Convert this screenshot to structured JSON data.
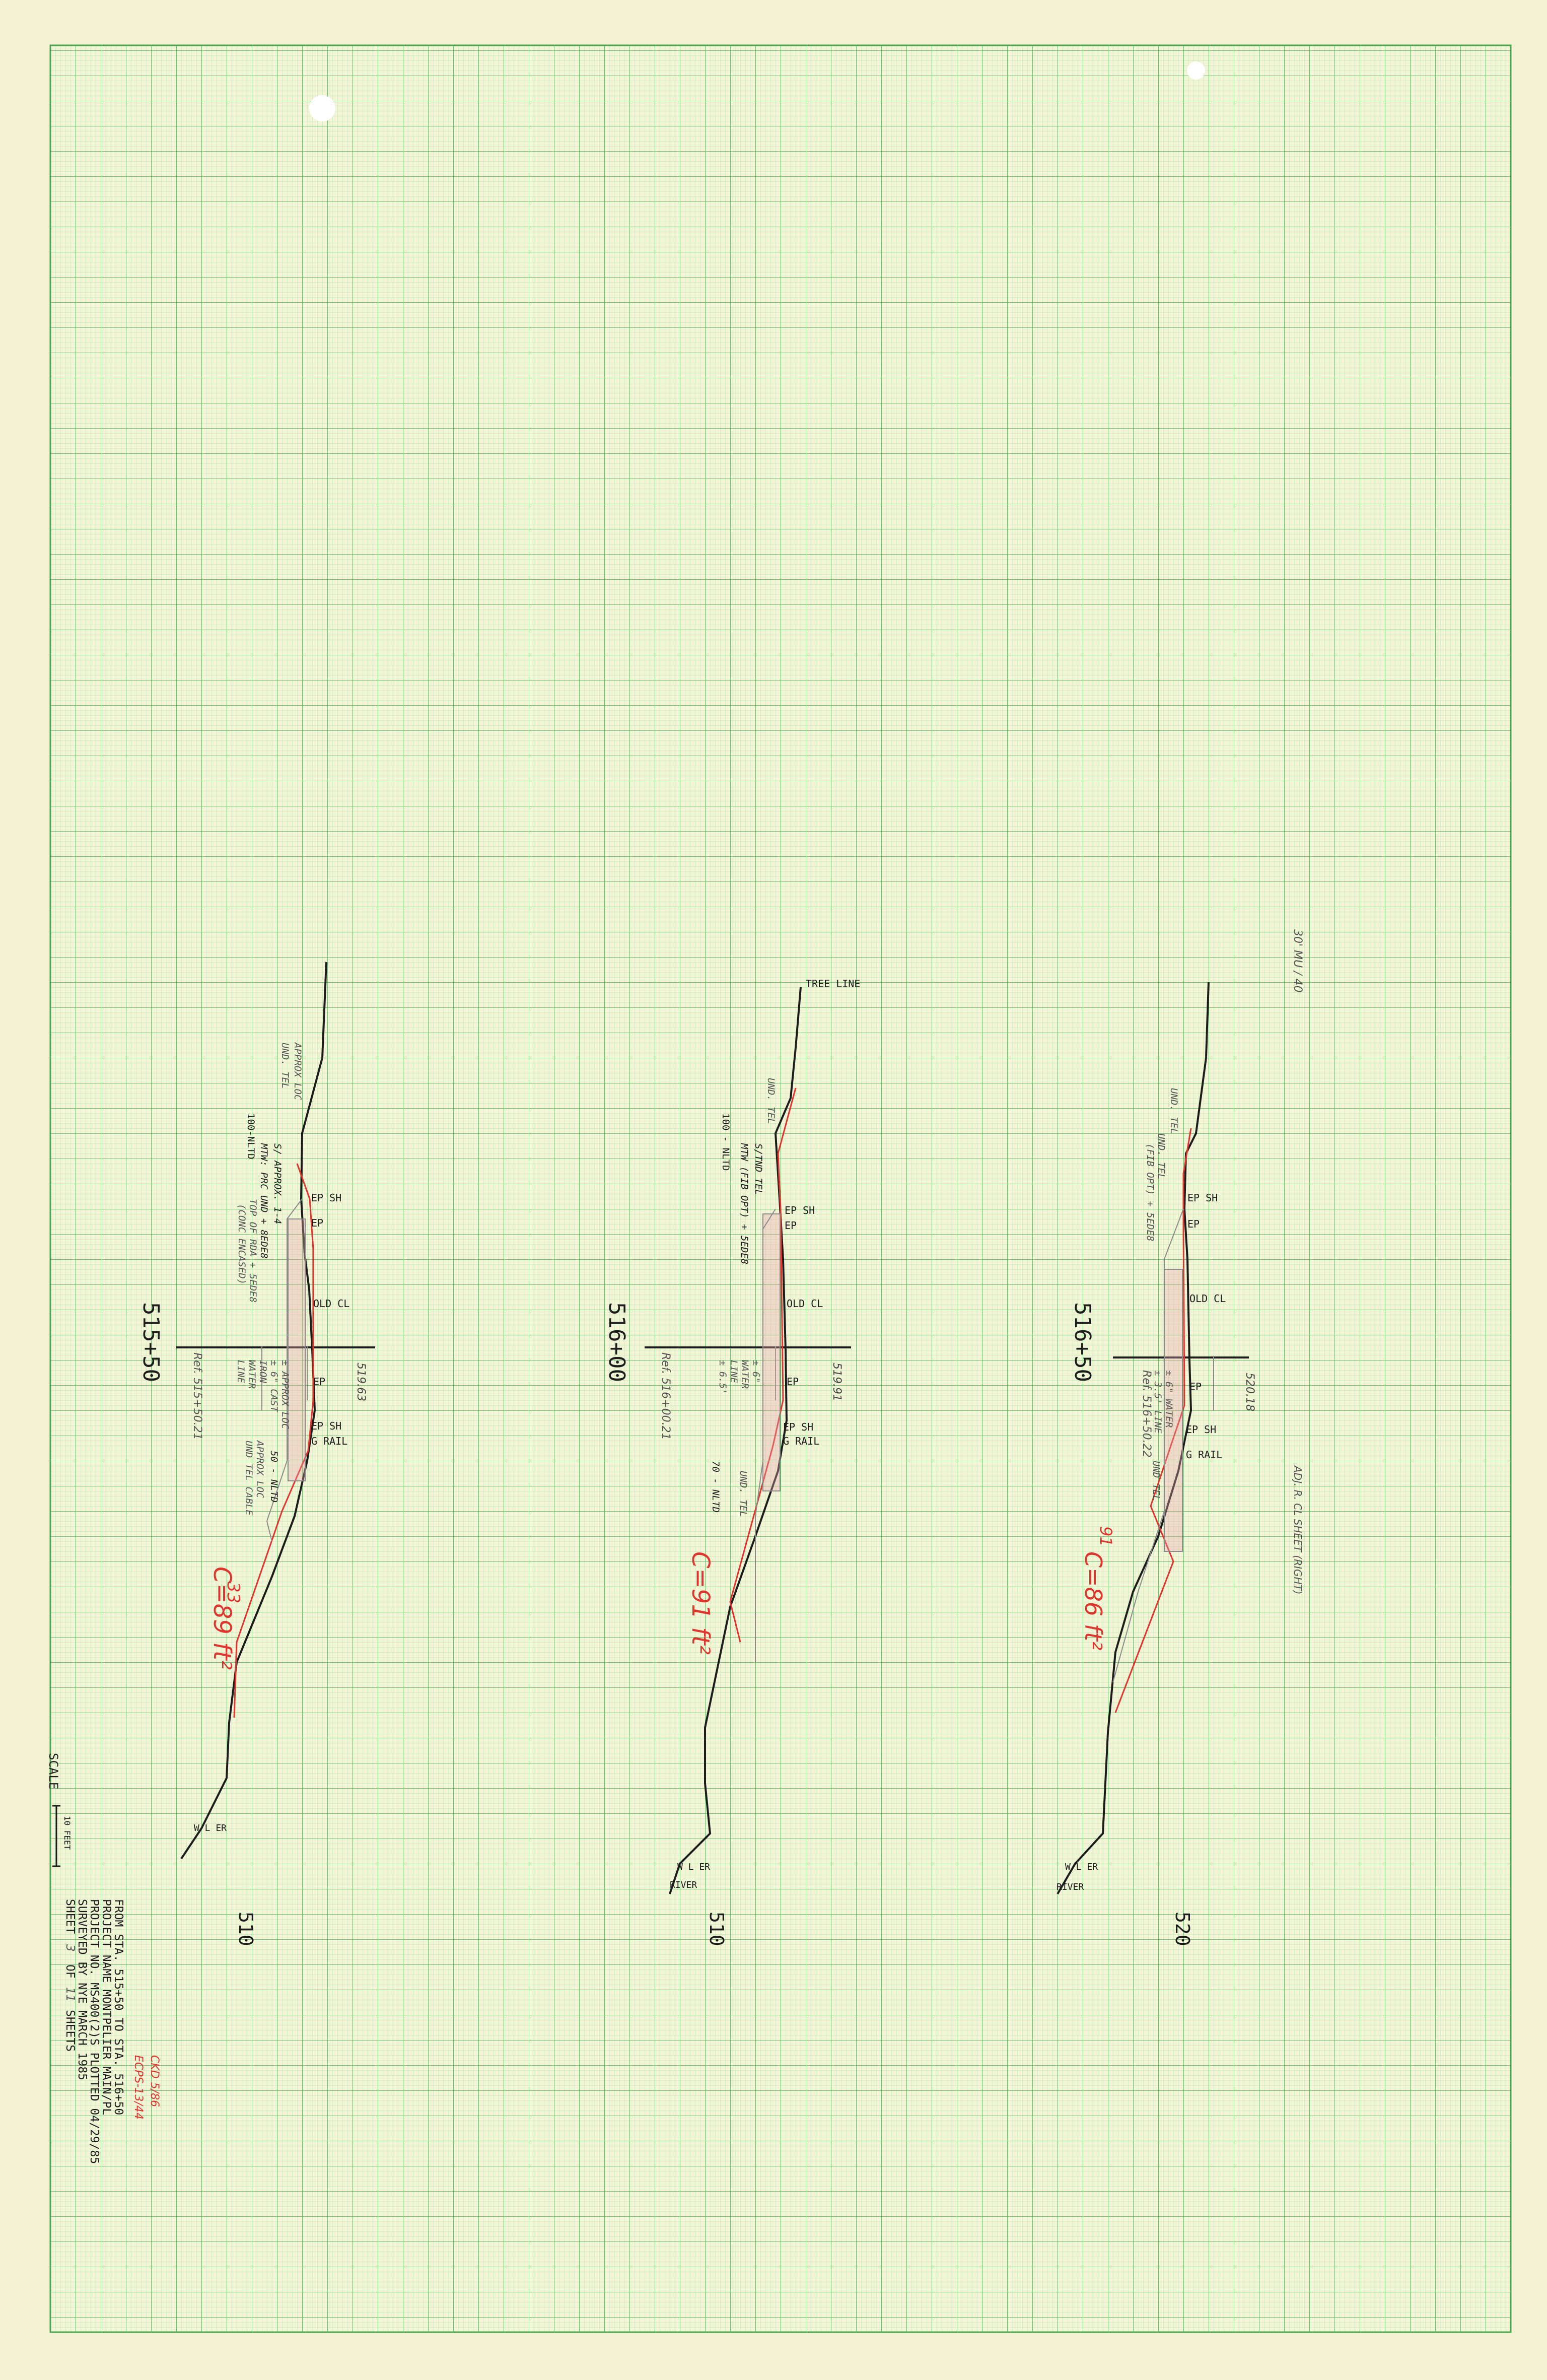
{
  "colors": {
    "paper": "#f6f6d8",
    "grid_fine": "#a7d9a2",
    "grid_major": "#55b35a",
    "ink": "#1c1c1c",
    "pencil": "#8a8a8a",
    "red": "#e0342e"
  },
  "title_block": {
    "line1": "FROM STA. 515+50  TO STA. 516+50",
    "line2": "PROJECT NAME  MONTPELIER  MAIN/PL",
    "line3": "PROJECT NO.  MS400(2)S  PLOTTED 04/29/85",
    "line4": "SURVEYED BY  NYE  MARCH 1985",
    "line5_prefix": "SHEET",
    "line5_hand_sheet": "3",
    "line5_of": "OF",
    "line5_hand_total": "11",
    "line5_suffix": "SHEETS"
  },
  "scale": {
    "label": "SCALE",
    "bar_label": "10 FEET"
  },
  "sections": [
    {
      "station": "515+50",
      "elevation_label": "510",
      "offset_grade": "519.63",
      "red_note": "C=89 ft²",
      "red_check": "33",
      "ref": "Ref. 515+50.21",
      "labels": [
        "EP SH",
        "EP",
        "OLD CL",
        "EP",
        "EP SH",
        "G RAIL",
        "W L ER"
      ],
      "notes_upper": [
        "APPROX LOC",
        "UND. TEL",
        "100-NLTD",
        "S/ APPROX. 1-4",
        "MTW: PRC UND + 8EDE8",
        "TOP OF RDA + 5EDE8",
        "(CONC ENCASED)"
      ],
      "notes_lower": [
        "± APPROX LOC",
        "± 6\" CAST",
        "IRON",
        "WATER",
        "LINE",
        "50 - NLTD",
        "APPROX LOC",
        "UND TEL CABLE"
      ]
    },
    {
      "station": "516+00",
      "elevation_label": "510",
      "offset_grade": "519.91",
      "red_note": "C=91 ft²",
      "ref": "Ref. 516+00.21",
      "top_label": "TREE LINE",
      "labels": [
        "EP SH",
        "EP",
        "OLD CL",
        "EP",
        "EP SH",
        "G RAIL",
        "W L ER",
        "RIVER"
      ],
      "notes_upper": [
        "UND. TEL",
        "S/TND TEL",
        "100 - NLTD",
        "MTW (FIB OPT) + 5EDE8"
      ],
      "notes_lower": [
        "± 6\"",
        "WATER",
        "LINE",
        "± 6.5'",
        "70 - NLTD",
        "UND. TEL"
      ]
    },
    {
      "station": "516+50",
      "elevation_label": "520",
      "offset_grade": "520.18",
      "red_note": "C=86 ft²",
      "red_check": "91",
      "ref": "Ref. 516+50.22",
      "top_label": "30' MU / 40",
      "labels": [
        "EP SH",
        "EP",
        "OLD CL",
        "EP",
        "EP SH",
        "G RAIL",
        "W L ER",
        "RIVER"
      ],
      "notes_upper": [
        "UND. TEL",
        "UND. TEL",
        "(FIB OPT) + 5EDE8"
      ],
      "notes_lower": [
        "± 6\" WATER",
        "± 3.5' LINE",
        "UND TEL"
      ],
      "side_note": "ADJ. R. CL SHEET (RIGHT)"
    }
  ],
  "margin_notes": {
    "red": "ECPS-13/44",
    "red2": "CKD 5/86"
  }
}
